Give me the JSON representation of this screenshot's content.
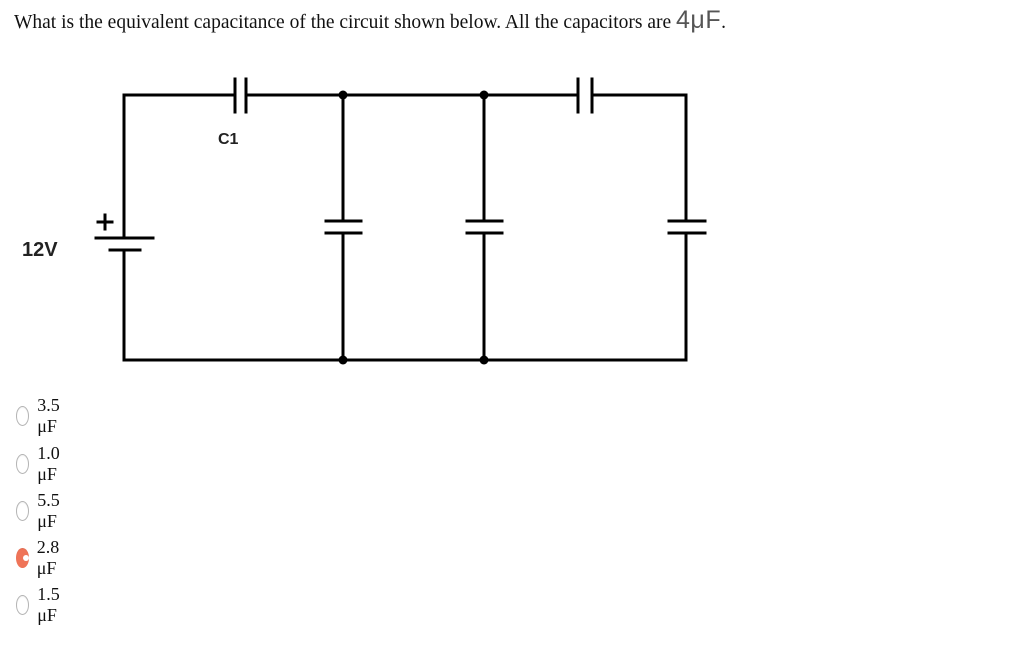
{
  "question": {
    "text": "What is the equivalent capacitance of the circuit shown below. All the capacitors are ",
    "value": "4μF",
    "end": "."
  },
  "circuit": {
    "source_label": "12V",
    "source_polarity": "+",
    "capacitor_label": "C1",
    "wire_color": "#000000"
  },
  "options": [
    {
      "label": "3.5 μF",
      "selected": false
    },
    {
      "label": "1.0 μF",
      "selected": false
    },
    {
      "label": "5.5 μF",
      "selected": false
    },
    {
      "label": "2.8 μF",
      "selected": true
    },
    {
      "label": "1.5 μF",
      "selected": false
    }
  ],
  "colors": {
    "selected_radio": "#ef7458"
  }
}
